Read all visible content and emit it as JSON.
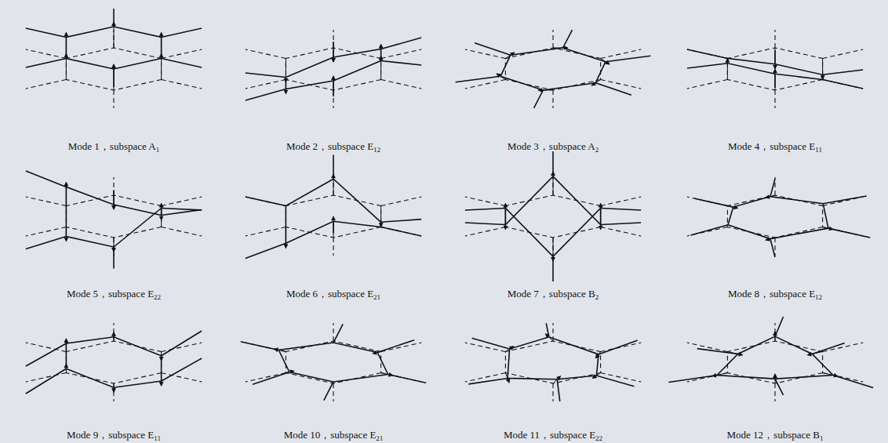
{
  "diagram": {
    "labels": [
      "Mode 1，subspace A",
      "1",
      "Mode 2，subspace E",
      "12",
      "Mode 3，subspace A",
      "2",
      "Mode 4，subspace E",
      "11",
      "Mode 5，subspace E",
      "22",
      "Mode 6，subspace E",
      "21",
      "Mode 7，subspace B",
      "2",
      "Mode 8，subspace E",
      "12",
      "Mode 9，subspace E",
      "11",
      "Mode 10，subspace E",
      "21",
      "Mode 11，subspace E",
      "22",
      "Mode 12，subspace B",
      "1"
    ]
  }
}
